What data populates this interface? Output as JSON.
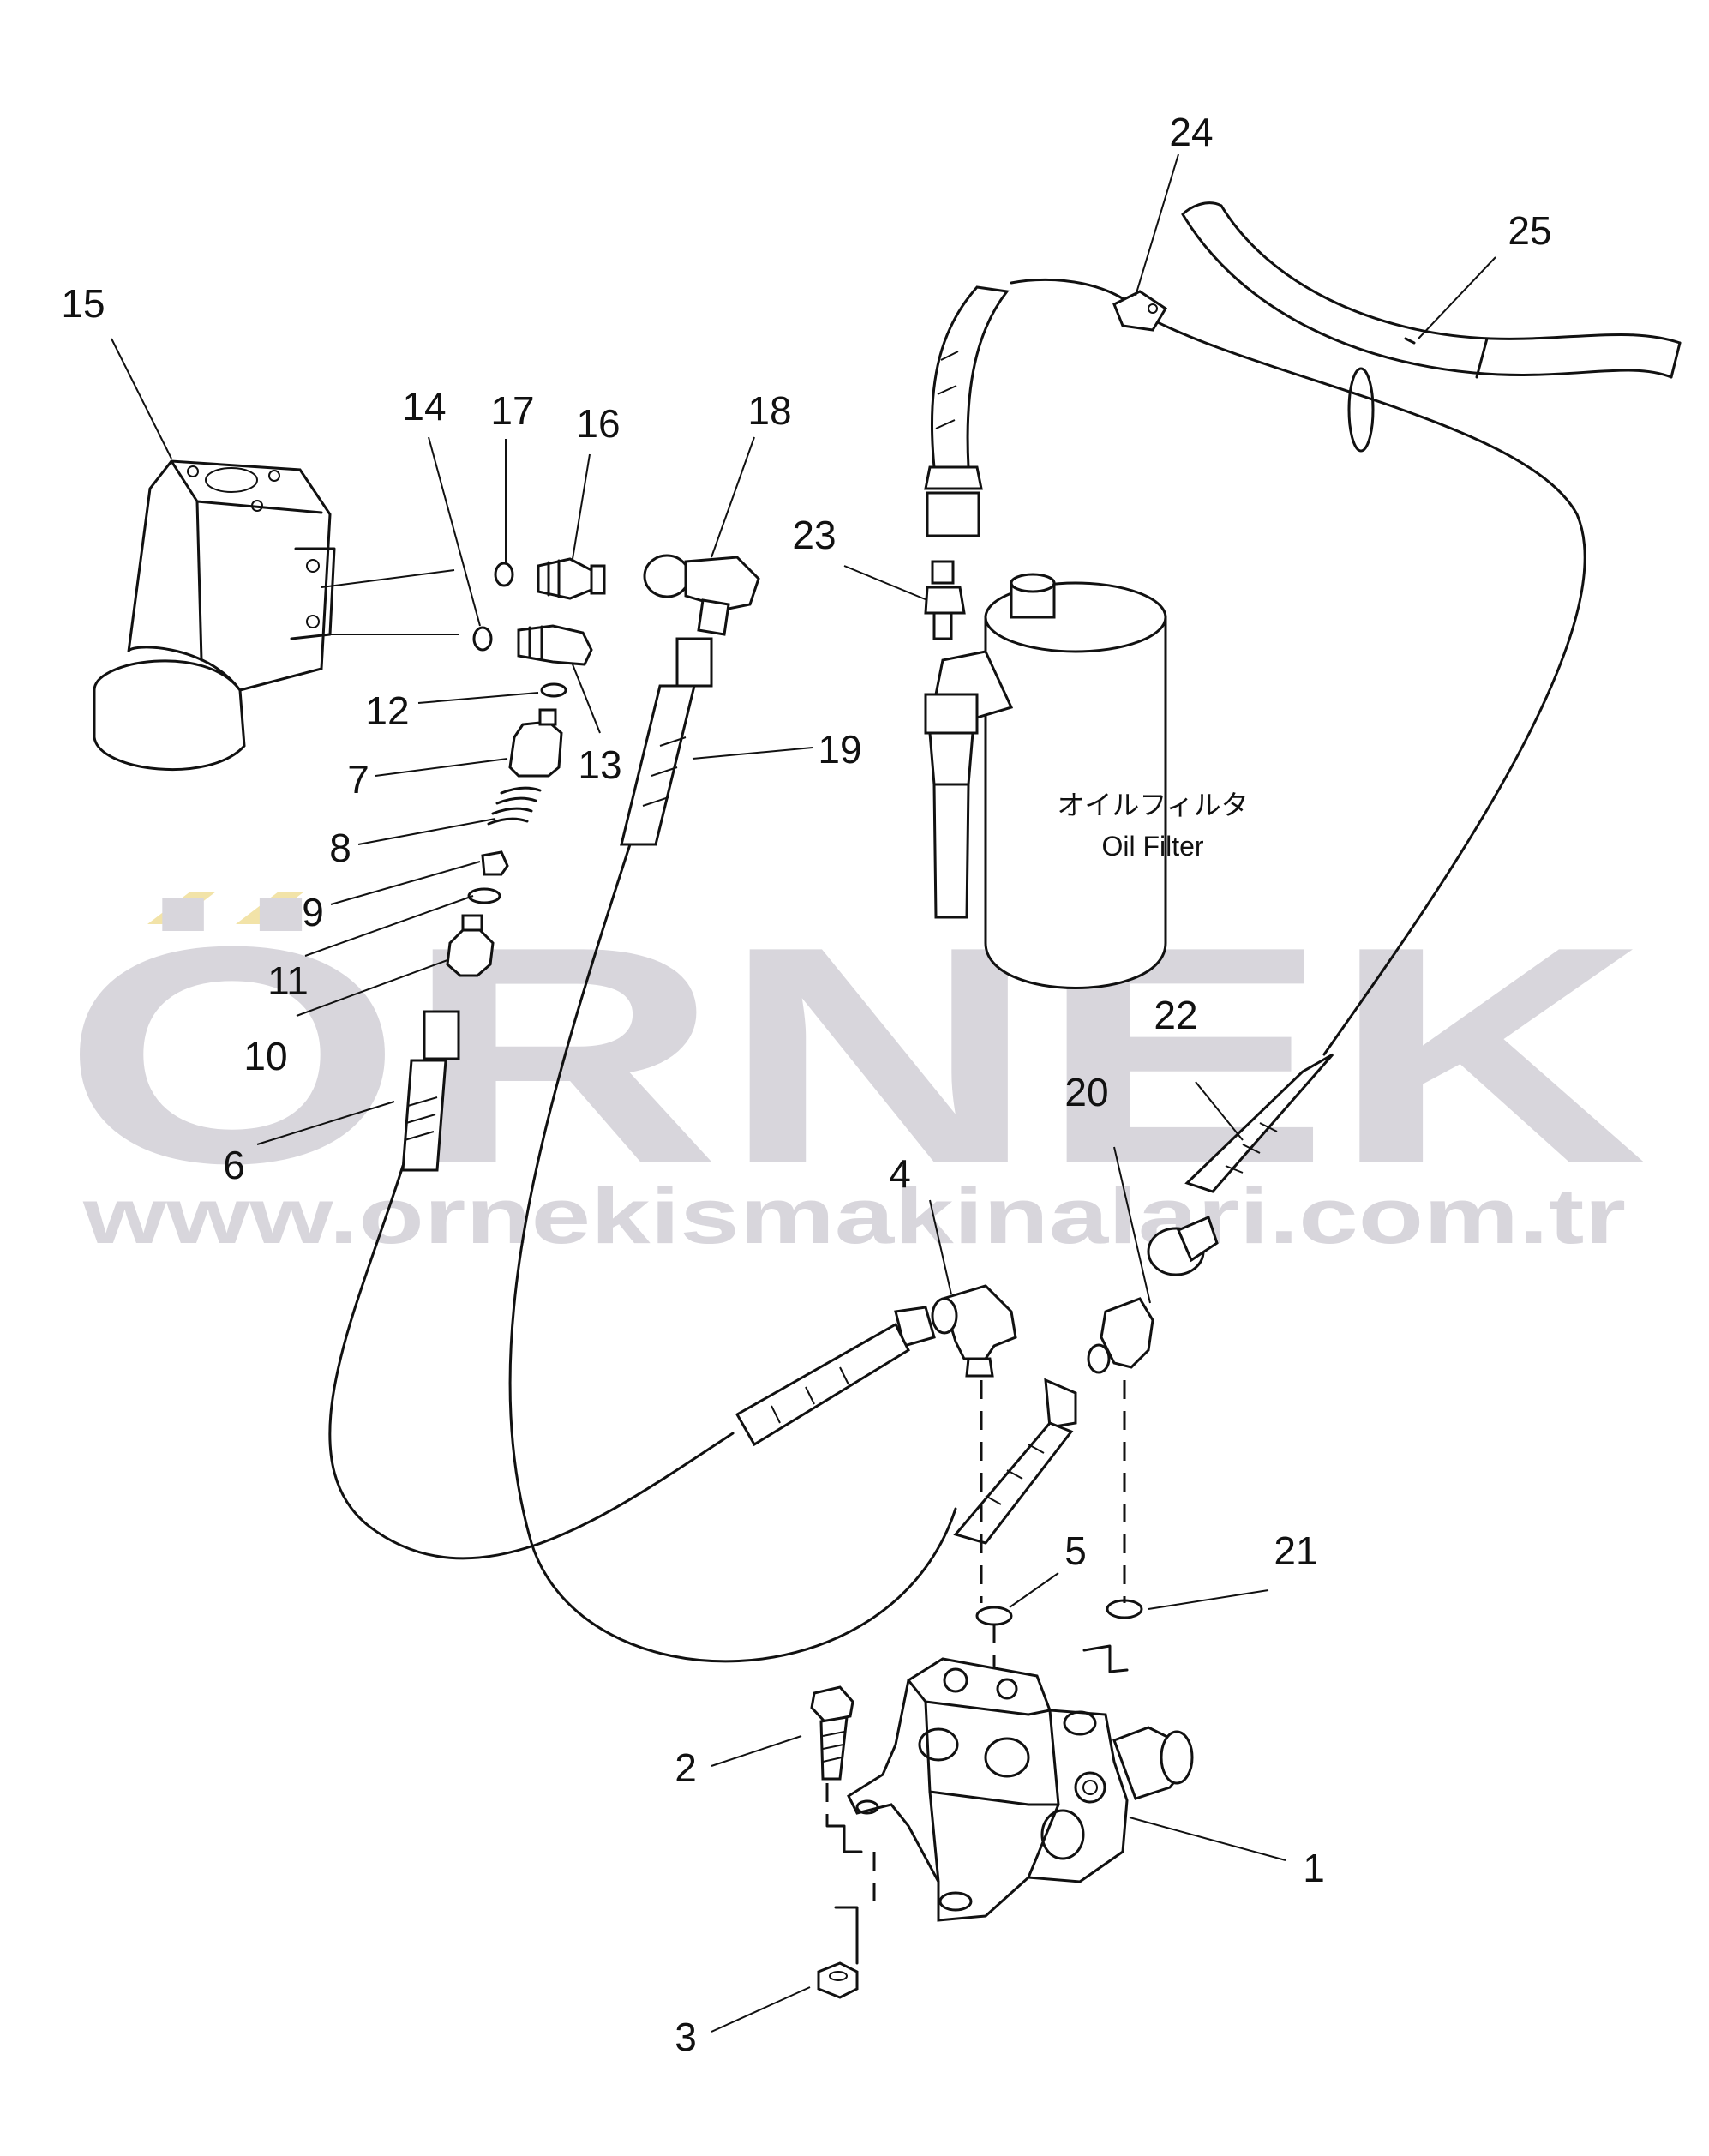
{
  "watermark": {
    "brand": "ÖRNEK",
    "url": "www.ornekismakinalari.com.tr",
    "brand_color": "#d8d6dc",
    "accent_color": "#f2e3a8"
  },
  "filter": {
    "label_jp": "オイルフィルタ",
    "label_en": "Oil Filter"
  },
  "labels": [
    {
      "id": "1",
      "text": "1"
    },
    {
      "id": "2",
      "text": "2"
    },
    {
      "id": "3",
      "text": "3"
    },
    {
      "id": "4",
      "text": "4"
    },
    {
      "id": "5",
      "text": "5"
    },
    {
      "id": "6",
      "text": "6"
    },
    {
      "id": "7",
      "text": "7"
    },
    {
      "id": "8",
      "text": "8"
    },
    {
      "id": "9",
      "text": "9"
    },
    {
      "id": "10",
      "text": "10"
    },
    {
      "id": "11",
      "text": "11"
    },
    {
      "id": "12",
      "text": "12"
    },
    {
      "id": "13",
      "text": "13"
    },
    {
      "id": "14",
      "text": "14"
    },
    {
      "id": "15",
      "text": "15"
    },
    {
      "id": "16",
      "text": "16"
    },
    {
      "id": "17",
      "text": "17"
    },
    {
      "id": "18",
      "text": "18"
    },
    {
      "id": "19",
      "text": "19"
    },
    {
      "id": "20",
      "text": "20"
    },
    {
      "id": "21",
      "text": "21"
    },
    {
      "id": "22",
      "text": "22"
    },
    {
      "id": "23",
      "text": "23"
    },
    {
      "id": "24",
      "text": "24"
    },
    {
      "id": "25",
      "text": "25"
    }
  ]
}
